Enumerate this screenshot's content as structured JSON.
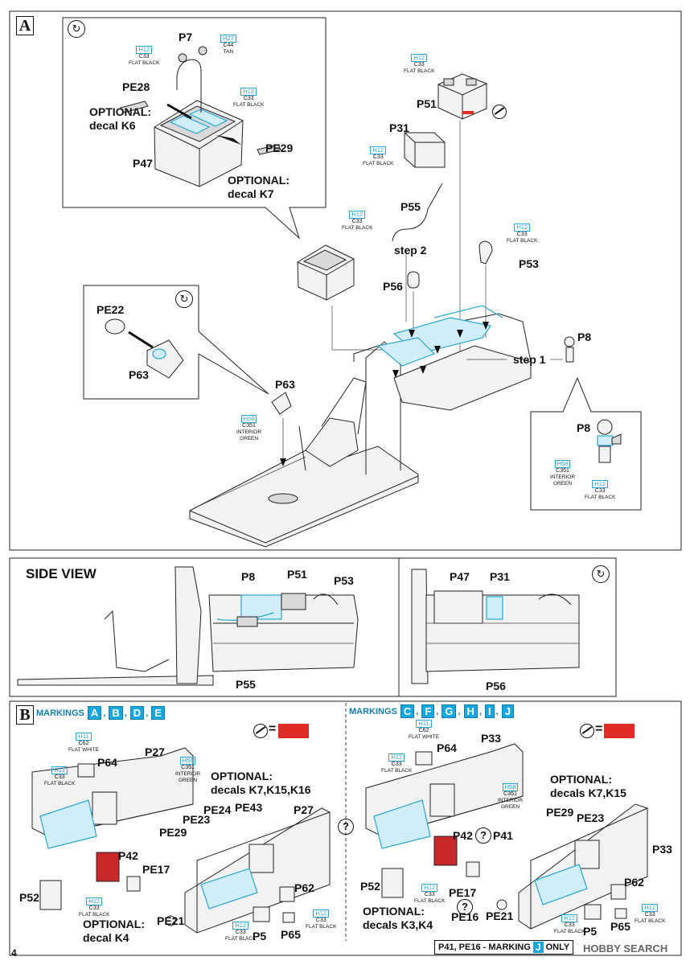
{
  "step_a": {
    "letter": "A"
  },
  "step_b": {
    "letter": "B"
  },
  "parts": {
    "p7": "P7",
    "pe28": "PE28",
    "p47": "P47",
    "pe29_top": "PE29",
    "p51": "P51",
    "p31": "P31",
    "p55": "P55",
    "p53": "P53",
    "p56": "P56",
    "pe22": "PE22",
    "p63_inset": "P63",
    "p63": "P63",
    "p8": "P8",
    "p8_inset": "P8",
    "step1": "step 1",
    "step2": "step 2"
  },
  "optional_top": {
    "k6_line1": "OPTIONAL:",
    "k6_line2": "decal K6",
    "k7_line1": "OPTIONAL:",
    "k7_line2": "decal K7"
  },
  "paint": {
    "h12_c33": {
      "h": "H12",
      "c": "C33",
      "n": "FLAT BLACK"
    },
    "h27_c44": {
      "h": "H27",
      "c": "C44",
      "n": "TAN"
    },
    "h58_c351": {
      "h": "H58",
      "c": "C351",
      "n1": "INTERIOR",
      "n2": "GREEN"
    },
    "h11_c62": {
      "h": "H11",
      "c": "C62",
      "n": "FLAT WHITE"
    }
  },
  "side_view": {
    "title": "SIDE VIEW",
    "labels": {
      "p8": "P8",
      "p51": "P51",
      "p53": "P53",
      "p55": "P55",
      "p47": "P47",
      "p31": "P31",
      "p56": "P56"
    }
  },
  "section_b_left": {
    "markings_label": "MARKINGS",
    "markings": [
      "A",
      "B",
      "D",
      "E"
    ],
    "labels": {
      "p27": "P27",
      "p27b": "P27",
      "p64": "P64",
      "pe29": "PE29",
      "pe23": "PE23",
      "pe24": "PE24",
      "pe43": "PE43",
      "p42": "P42",
      "pe17": "PE17",
      "p52": "P52",
      "pe21": "PE21",
      "p5": "P5",
      "p65": "P65",
      "p62": "P62"
    },
    "optional_1": "OPTIONAL:",
    "optional_1b": "decals K7,K15,K16",
    "optional_2": "OPTIONAL:",
    "optional_2b": "decal K4",
    "equals": "="
  },
  "section_b_right": {
    "markings_label": "MARKINGS",
    "markings": [
      "C",
      "F",
      "G",
      "H",
      "I",
      "J"
    ],
    "labels": {
      "p33": "P33",
      "p33b": "P33",
      "p64": "P64",
      "pe29": "PE29",
      "pe23": "PE23",
      "p42": "P42",
      "p41": "P41",
      "p52": "P52",
      "pe17": "PE17",
      "pe16": "PE16",
      "pe21": "PE21",
      "p5": "P5",
      "p65": "P65",
      "p62": "P62"
    },
    "optional_1": "OPTIONAL:",
    "optional_1b": "decals K7,K15",
    "optional_2": "OPTIONAL:",
    "optional_2b": "decals K3,K4",
    "equals": "=",
    "q_mark": "?"
  },
  "marking_note": {
    "prefix": "P41, PE16 - MARKING",
    "mark": "J",
    "suffix": "ONLY"
  },
  "page_number": "4",
  "watermark": "HOBBY SEARCH",
  "colors": {
    "accent_blue": "#2aa6d6",
    "marking_blue": "#17a7e0",
    "red": "#e02a25"
  },
  "icons": [
    "rotate-icon",
    "no-glue-icon",
    "question-icon"
  ]
}
